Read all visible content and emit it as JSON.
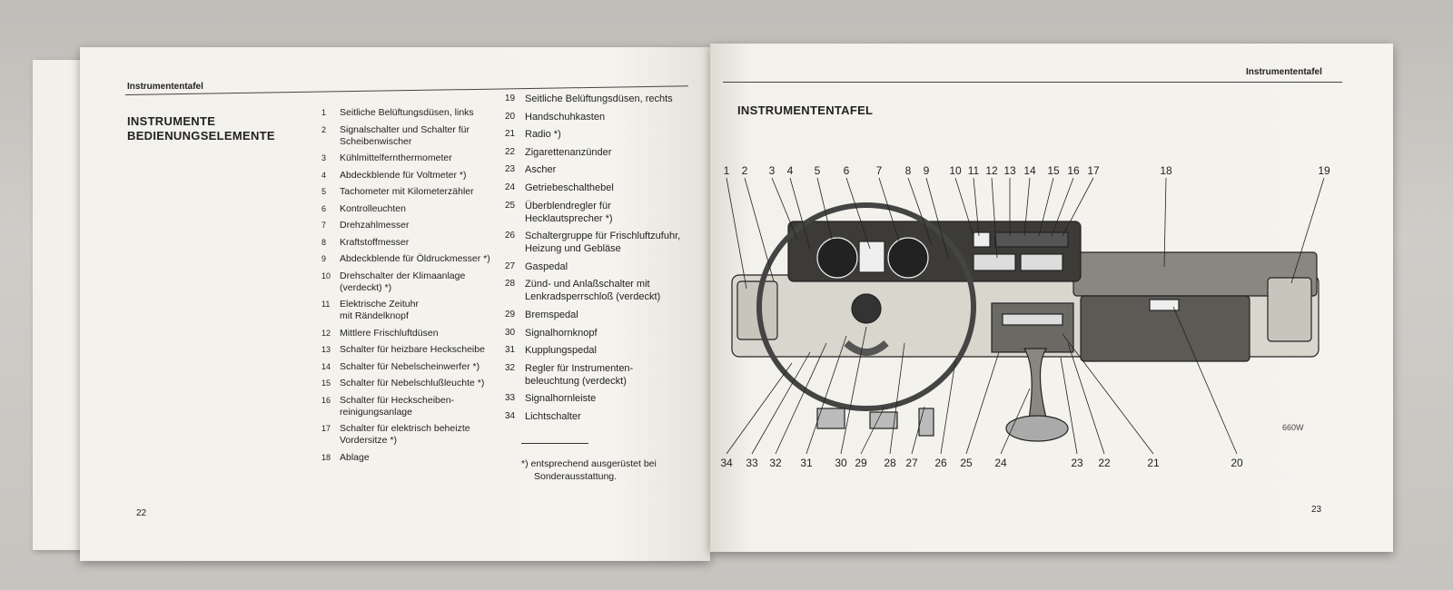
{
  "left_page": {
    "running_head": "Instrumententafel",
    "title_lines": [
      "INSTRUMENTE",
      "BEDIENUNGSELEMENTE"
    ],
    "items_col1": [
      {
        "n": "1",
        "lines": [
          "Seitliche Belüftungsdüsen, links"
        ]
      },
      {
        "n": "2",
        "lines": [
          "Signalschalter und Schalter für",
          "Scheibenwischer"
        ]
      },
      {
        "n": "3",
        "lines": [
          "Kühlmittelfernthermometer"
        ]
      },
      {
        "n": "4",
        "lines": [
          "Abdeckblende für Voltmeter *)"
        ]
      },
      {
        "n": "5",
        "lines": [
          "Tachometer mit Kilometerzähler"
        ]
      },
      {
        "n": "6",
        "lines": [
          "Kontrolleuchten"
        ]
      },
      {
        "n": "7",
        "lines": [
          "Drehzahlmesser"
        ]
      },
      {
        "n": "8",
        "lines": [
          "Kraftstoffmesser"
        ]
      },
      {
        "n": "9",
        "lines": [
          "Abdeckblende für Öldruckmesser *)"
        ]
      },
      {
        "n": "10",
        "lines": [
          "Drehschalter der Klimaanlage",
          "(verdeckt) *)"
        ]
      },
      {
        "n": "11",
        "lines": [
          "Elektrische Zeituhr",
          "mit Rändelknopf"
        ]
      },
      {
        "n": "12",
        "lines": [
          "Mittlere Frischluftdüsen"
        ]
      },
      {
        "n": "13",
        "lines": [
          "Schalter für heizbare Heckscheibe"
        ]
      },
      {
        "n": "14",
        "lines": [
          "Schalter für Nebelscheinwerfer *)"
        ]
      },
      {
        "n": "15",
        "lines": [
          "Schalter für Nebelschlußleuchte *)"
        ]
      },
      {
        "n": "16",
        "lines": [
          "Schalter für Heckscheiben-",
          "reinigungsanlage"
        ]
      },
      {
        "n": "17",
        "lines": [
          "Schalter für elektrisch beheizte",
          "Vordersitze *)"
        ]
      },
      {
        "n": "18",
        "lines": [
          "Ablage"
        ]
      }
    ],
    "items_col2": [
      {
        "n": "19",
        "lines": [
          "Seitliche Belüftungsdüsen, rechts"
        ]
      },
      {
        "n": "20",
        "lines": [
          "Handschuhkasten"
        ]
      },
      {
        "n": "21",
        "lines": [
          "Radio *)"
        ]
      },
      {
        "n": "22",
        "lines": [
          "Zigarettenanzünder"
        ]
      },
      {
        "n": "23",
        "lines": [
          "Ascher"
        ]
      },
      {
        "n": "24",
        "lines": [
          "Getriebeschalthebel"
        ]
      },
      {
        "n": "25",
        "lines": [
          "Überblendregler für",
          "Hecklautsprecher *)"
        ]
      },
      {
        "n": "26",
        "lines": [
          "Schaltergruppe für Frischluftzufuhr,",
          "Heizung und Gebläse"
        ]
      },
      {
        "n": "27",
        "lines": [
          "Gaspedal"
        ]
      },
      {
        "n": "28",
        "lines": [
          "Zünd- und Anlaßschalter mit",
          "Lenkradsperrschloß (verdeckt)"
        ]
      },
      {
        "n": "29",
        "lines": [
          "Bremspedal"
        ]
      },
      {
        "n": "30",
        "lines": [
          "Signalhornknopf"
        ]
      },
      {
        "n": "31",
        "lines": [
          "Kupplungspedal"
        ]
      },
      {
        "n": "32",
        "lines": [
          "Regler für Instrumenten-",
          "beleuchtung (verdeckt)"
        ]
      },
      {
        "n": "33",
        "lines": [
          "Signalhornleiste"
        ]
      },
      {
        "n": "34",
        "lines": [
          "Lichtschalter"
        ]
      }
    ],
    "footnote_lines": [
      "*) entsprechend ausgerüstet bei",
      "Sonderausstattung."
    ],
    "page_number": "22"
  },
  "right_page": {
    "running_head": "Instrumententafel",
    "title": "INSTRUMENTENTAFEL",
    "figure_code": "660W",
    "page_number": "23",
    "callouts_top": [
      "1",
      "2",
      "3",
      "4",
      "5",
      "6",
      "7",
      "8",
      "9",
      "10",
      "11",
      "12",
      "13",
      "14",
      "15",
      "16",
      "17",
      "18",
      "19"
    ],
    "callouts_bottom": [
      "34",
      "33",
      "32",
      "31",
      "30",
      "29",
      "28",
      "27",
      "26",
      "25",
      "24",
      "23",
      "22",
      "21",
      "20"
    ]
  }
}
